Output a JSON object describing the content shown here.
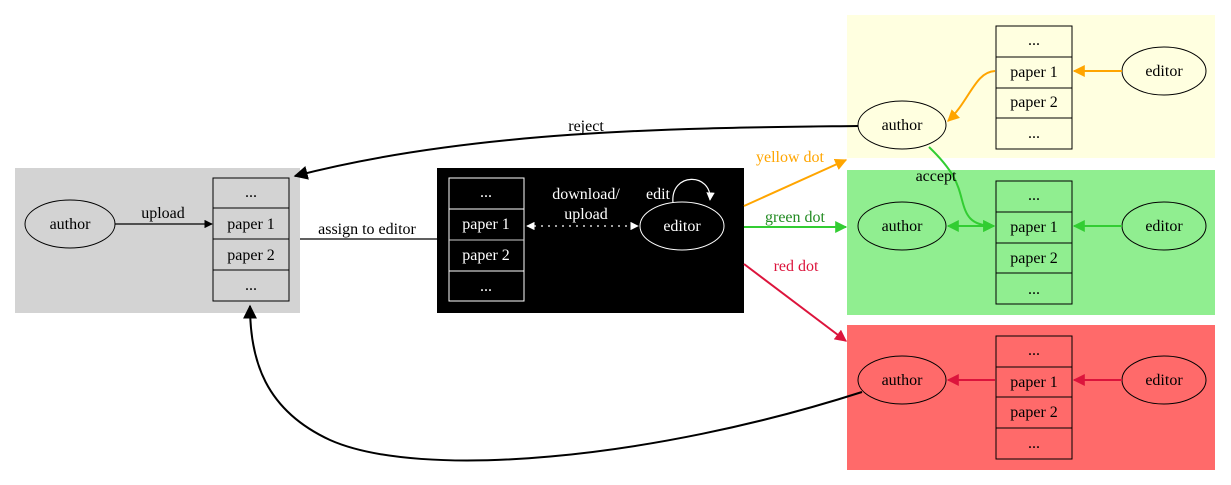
{
  "diagram": {
    "clusters": [
      {
        "id": "submission",
        "fill": "#d3d3d3",
        "text_color": "#000000",
        "author_label": "author",
        "stack": [
          "...",
          "paper 1",
          "paper 2",
          "..."
        ],
        "edge_label": "upload"
      },
      {
        "id": "editor",
        "fill": "#000000",
        "text_color": "#ffffff",
        "editor_label": "editor",
        "stack": [
          "...",
          "paper 1",
          "paper 2",
          "..."
        ],
        "edge_label_line1": "download/",
        "edge_label_line2": "upload",
        "self_loop_label": "edit"
      },
      {
        "id": "yellow",
        "fill": "#ffffe0",
        "edge_color": "#ffa500",
        "author_label": "author",
        "editor_label": "editor",
        "stack": [
          "...",
          "paper 1",
          "paper 2",
          "..."
        ]
      },
      {
        "id": "green",
        "fill": "#90ee90",
        "edge_color": "#32cd32",
        "author_label": "author",
        "editor_label": "editor",
        "stack": [
          "...",
          "paper 1",
          "paper 2",
          "..."
        ]
      },
      {
        "id": "red",
        "fill": "#ff6a6a",
        "edge_color": "#dc143c",
        "author_label": "author",
        "editor_label": "editor",
        "stack": [
          "...",
          "paper 1",
          "paper 2",
          "..."
        ]
      }
    ],
    "edges": {
      "assign": "assign to editor",
      "yellow_dot": "yellow dot",
      "green_dot": "green dot",
      "red_dot": "red dot",
      "reject": "reject",
      "accept": "accept"
    },
    "colors": {
      "yellow_label": "#ffa500",
      "green_label": "#228b22",
      "red_label": "#dc143c"
    }
  }
}
